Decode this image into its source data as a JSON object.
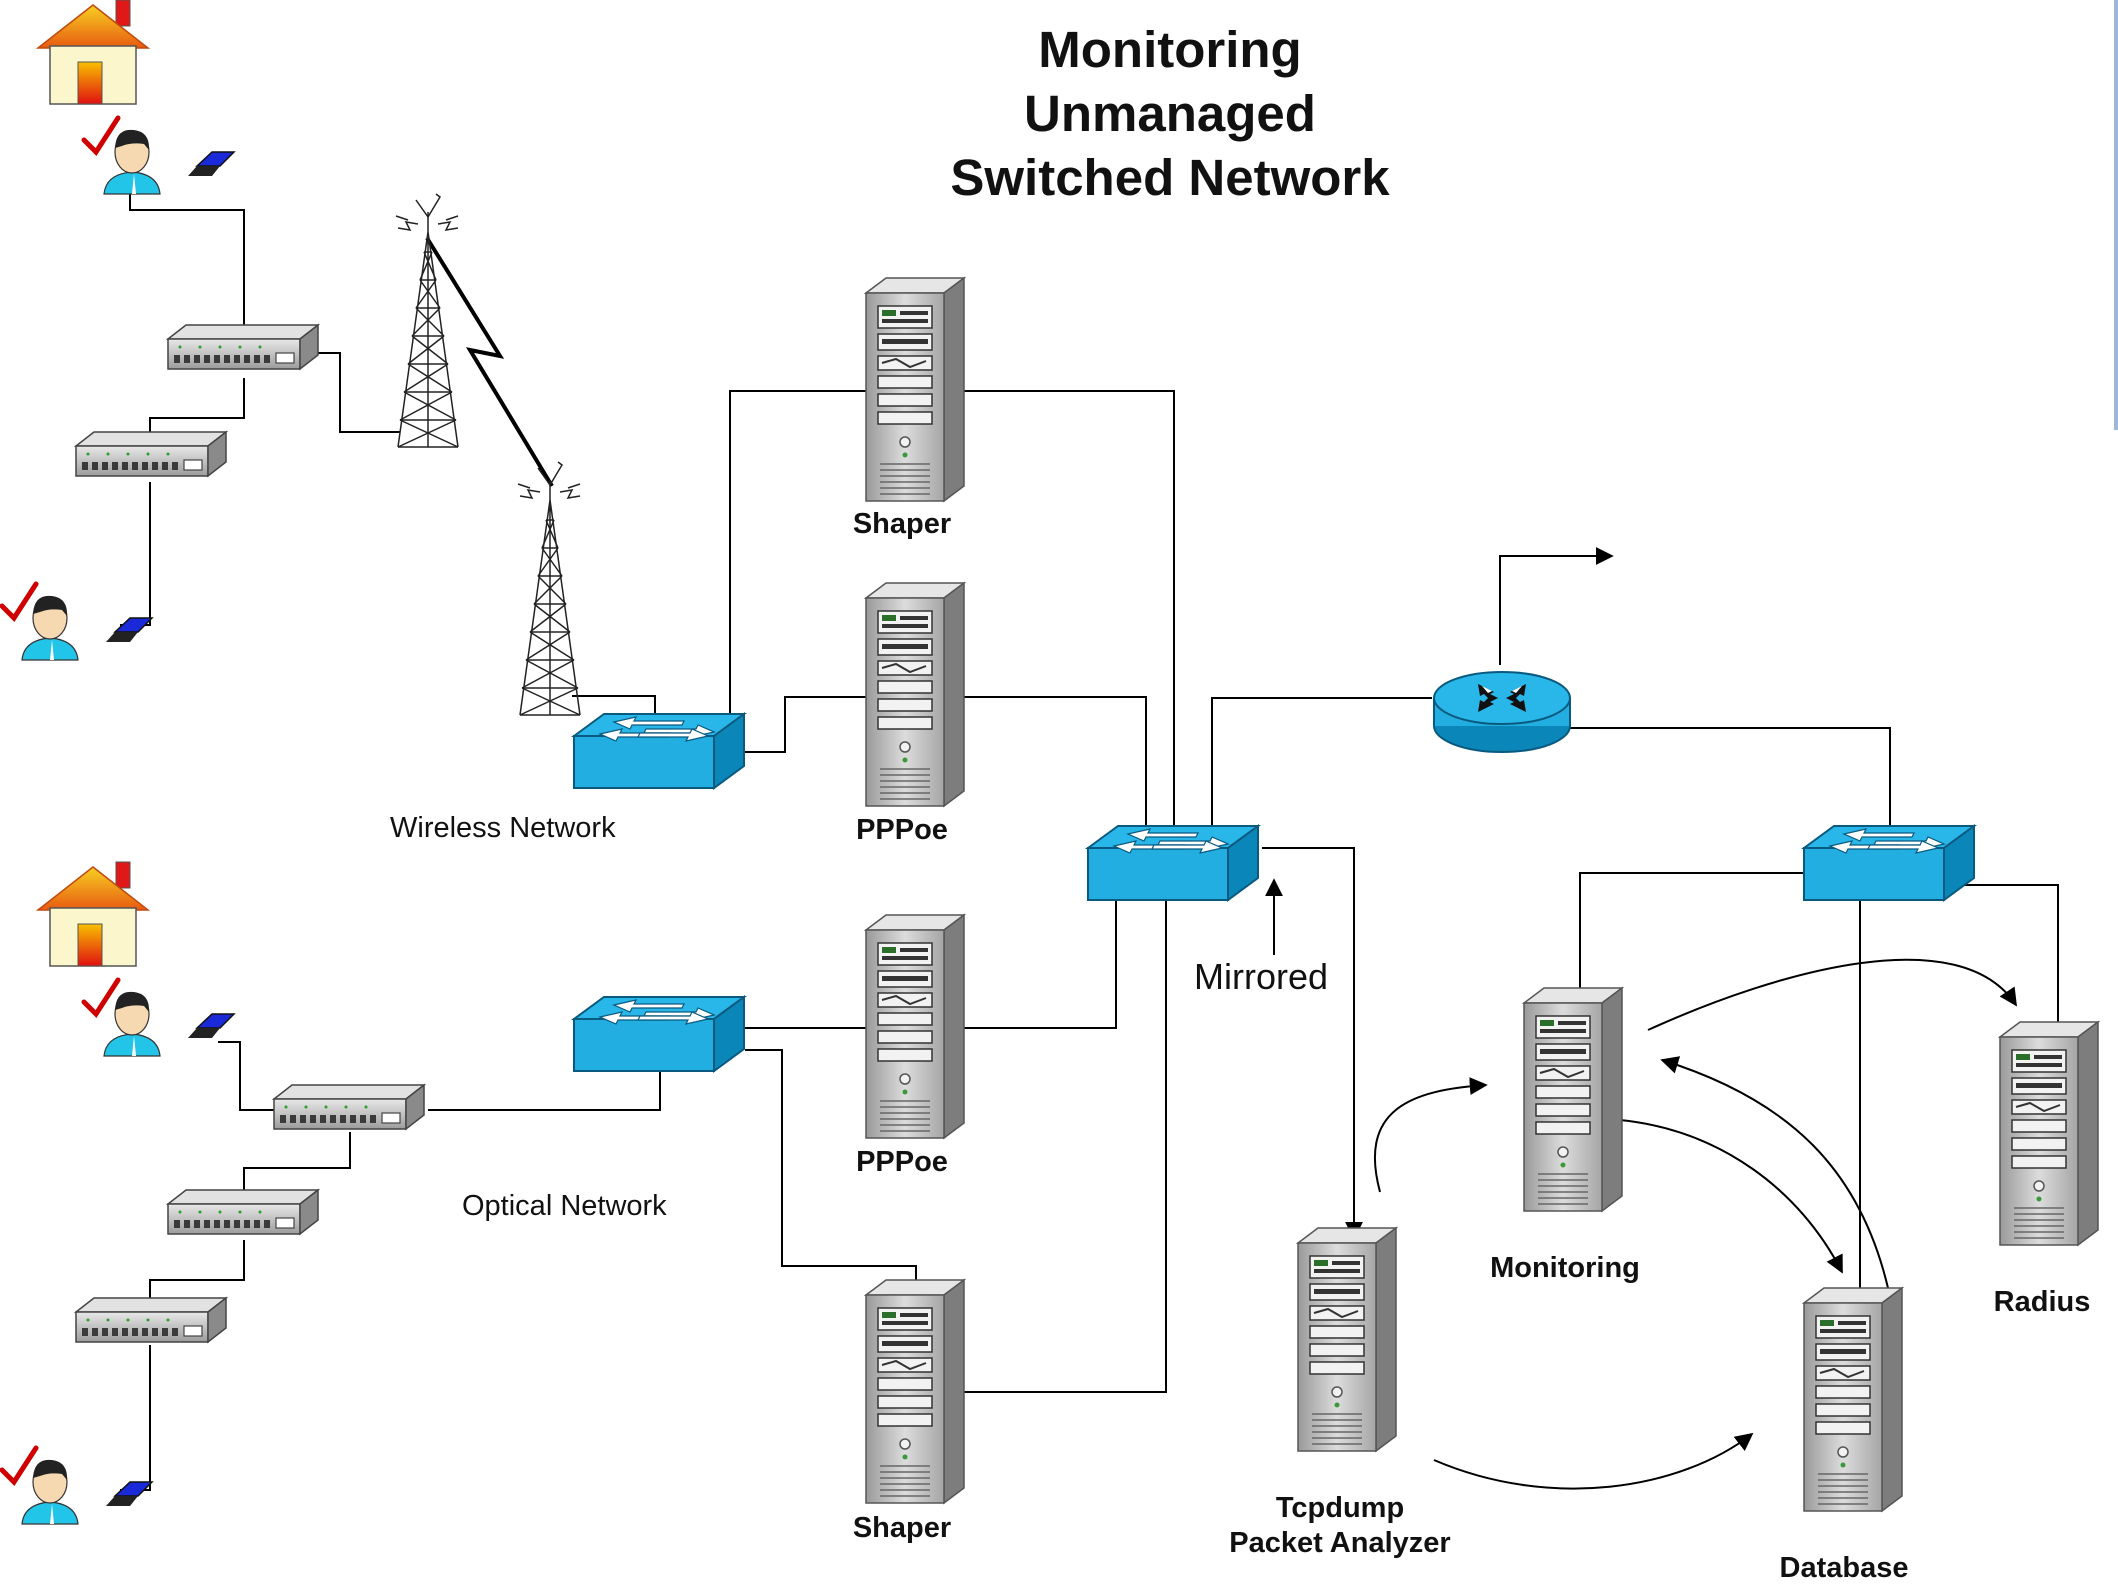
{
  "title": {
    "line1": "Monitoring",
    "line2": "Unmanaged",
    "line3": "Switched Network"
  },
  "labels": {
    "wireless_network": "Wireless Network",
    "optical_network": "Optical Network",
    "mirrored": "Mirrored",
    "shaper_top": "Shaper",
    "pppoe_top": "PPPoe",
    "pppoe_bottom": "PPPoe",
    "shaper_bottom": "Shaper",
    "tcpdump_line1": "Tcpdump",
    "tcpdump_line2": "Packet Analyzer",
    "monitoring": "Monitoring",
    "radius": "Radius",
    "database": "Database"
  },
  "nodes": [
    {
      "id": "house-top",
      "type": "house"
    },
    {
      "id": "user-1",
      "type": "user"
    },
    {
      "id": "user-2",
      "type": "user"
    },
    {
      "id": "hub-wireless-1",
      "type": "hub"
    },
    {
      "id": "hub-wireless-2",
      "type": "hub"
    },
    {
      "id": "tower-1",
      "type": "radio-tower"
    },
    {
      "id": "tower-2",
      "type": "radio-tower"
    },
    {
      "id": "switch-wireless",
      "type": "switch"
    },
    {
      "id": "house-bottom",
      "type": "house"
    },
    {
      "id": "user-3",
      "type": "user"
    },
    {
      "id": "user-4",
      "type": "user"
    },
    {
      "id": "hub-optical-1",
      "type": "hub"
    },
    {
      "id": "hub-optical-2",
      "type": "hub"
    },
    {
      "id": "hub-optical-3",
      "type": "hub"
    },
    {
      "id": "switch-optical",
      "type": "switch"
    },
    {
      "id": "server-shaper-top",
      "type": "server"
    },
    {
      "id": "server-pppoe-top",
      "type": "server"
    },
    {
      "id": "server-pppoe-bottom",
      "type": "server"
    },
    {
      "id": "server-shaper-bottom",
      "type": "server"
    },
    {
      "id": "switch-core",
      "type": "switch"
    },
    {
      "id": "router",
      "type": "router"
    },
    {
      "id": "switch-right",
      "type": "switch"
    },
    {
      "id": "server-tcpdump",
      "type": "server"
    },
    {
      "id": "server-monitoring",
      "type": "server"
    },
    {
      "id": "server-radius",
      "type": "server"
    },
    {
      "id": "server-database",
      "type": "server"
    }
  ],
  "colors": {
    "switch": "#29b6e8",
    "switch_dark": "#0a86b8",
    "router": "#29b6e8",
    "line": "#000000",
    "server": "#b8b8b8",
    "checkmark": "#d00000",
    "roof": "#f07a10",
    "accent_edge": "#9db7d8"
  }
}
